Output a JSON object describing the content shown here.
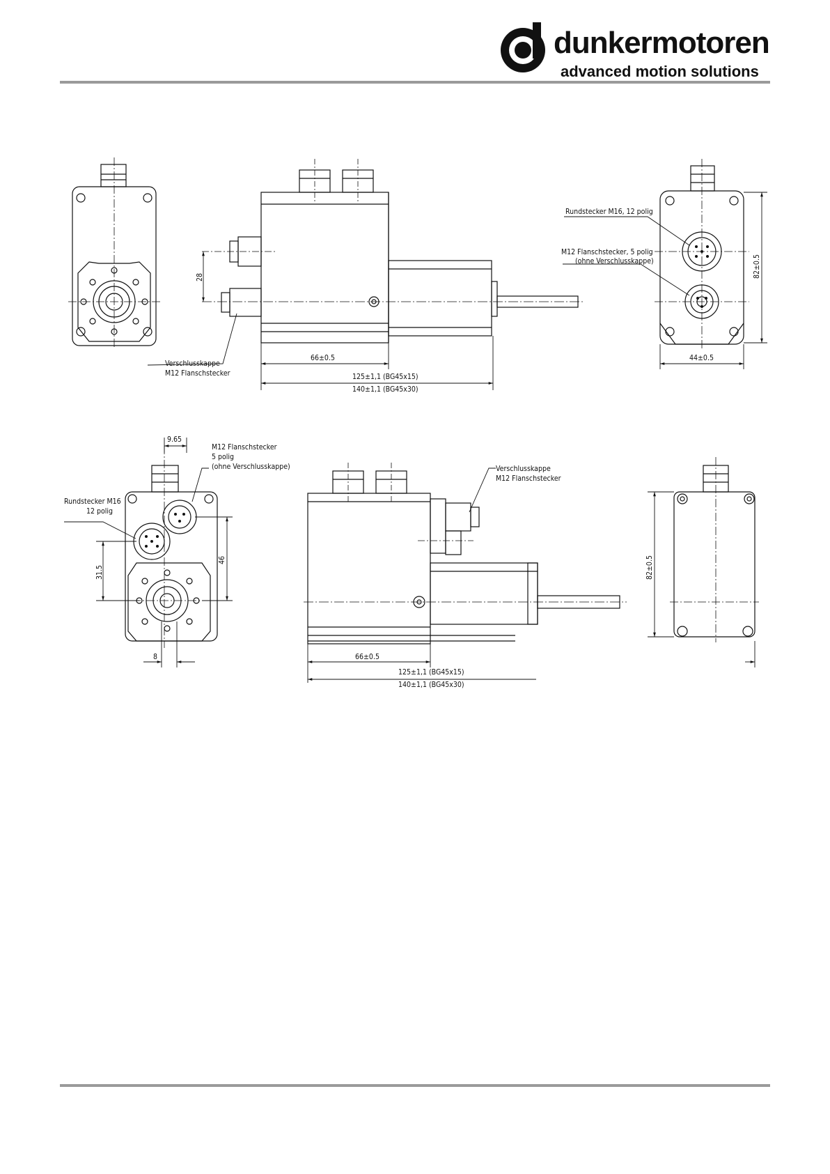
{
  "header": {
    "brand_name": "dunkermotoren",
    "brand_tagline": "advanced motion solutions",
    "logo_letter_style": "d"
  },
  "drawing_top": {
    "label_end_cap": [
      "Verschlusskappe",
      "M12 Flanschstecker"
    ],
    "label_round_plug": "Rundstecker M16, 12 polig",
    "label_flange_plug": [
      "M12 Flanschstecker, 5 polig",
      "(ohne Verschlusskappe)"
    ],
    "dim_28": "28",
    "dim_66": "66±0.5",
    "dim_125": "125±1,1 (BG45x15)",
    "dim_140": "140±1,1 (BG45x30)",
    "dim_82": "82±0.5",
    "dim_44": "44±0.5"
  },
  "drawing_bottom": {
    "dim_965": "9.65",
    "label_flange_plug": [
      "M12 Flanschstecker",
      "5 polig",
      "(ohne Verschlusskappe)"
    ],
    "label_round_plug": [
      "Rundstecker M16",
      "12 polig"
    ],
    "dim_315": "31.5",
    "dim_46": "46",
    "dim_8": "8",
    "label_end_cap": [
      "Verschlusskappe",
      "M12 Flanschstecker"
    ],
    "dim_66": "66±0.5",
    "dim_125": "125±1,1 (BG45x15)",
    "dim_140": "140±1,1 (BG45x30)",
    "dim_82": "82±0.5"
  },
  "colors": {
    "rule": "#9a9a9a",
    "ink": "#111111"
  }
}
